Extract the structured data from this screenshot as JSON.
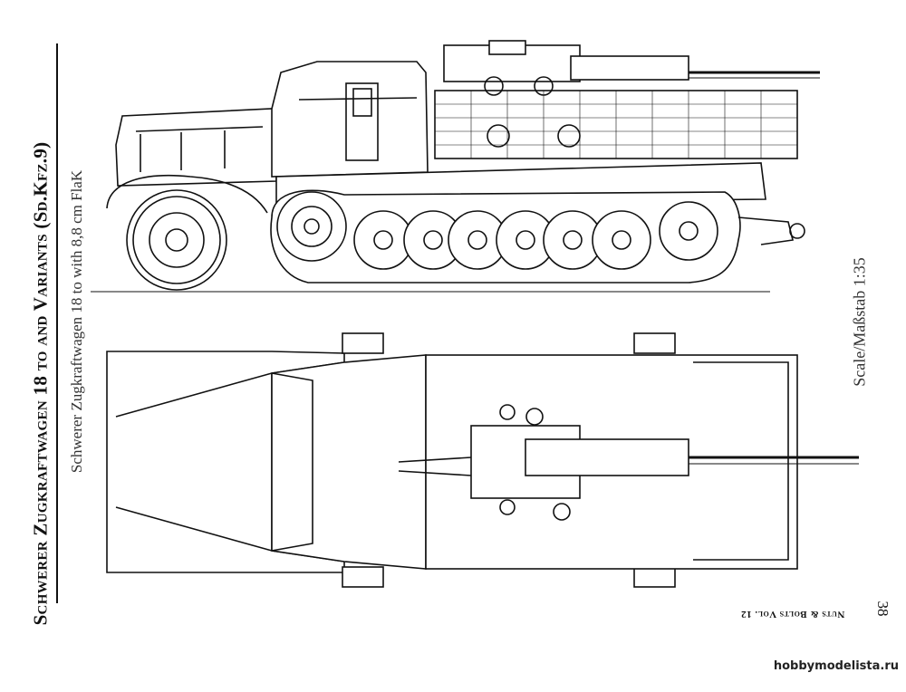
{
  "series_title": "Schwerer Zugkraftwagen 18 to and Variants (Sd.Kfz.9)",
  "subtitle": "Schwerer Zugkraftwagen 18 to with 8,8 cm FlaK",
  "scale_label": "Scale/Maßstab 1:35",
  "footer": "Nuts & Bolts Vol. 12",
  "page_number": "38",
  "watermark": "hobbymodelista.ru"
}
